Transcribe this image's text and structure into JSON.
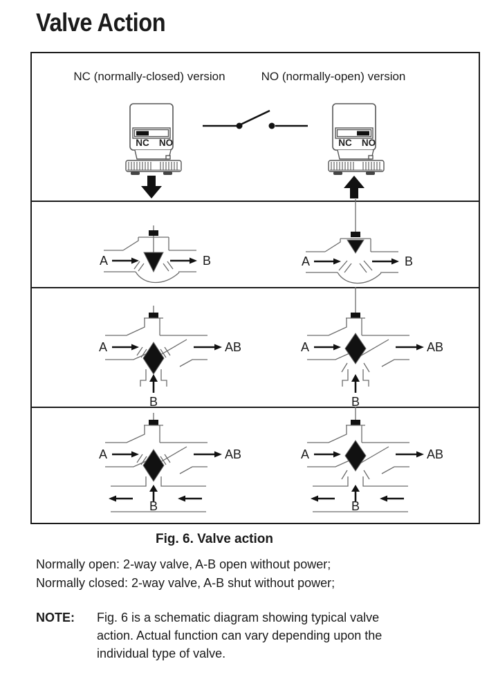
{
  "page": {
    "title": "Valve Action",
    "caption": "Fig. 6. Valve action",
    "body_lines": [
      "Normally open: 2-way valve, A-B open without power;",
      "Normally closed: 2-way valve, A-B shut without power;"
    ],
    "note_label": "NOTE:",
    "note_lines": [
      "Fig. 6 is a schematic diagram showing typical valve",
      "action. Actual function can vary depending upon the",
      "individual type of valve."
    ]
  },
  "figure": {
    "headers": {
      "nc": "NC (normally-closed) version",
      "no": "NO (normally-open) version"
    },
    "actuator_labels": {
      "nc": "NC",
      "no": "NO"
    },
    "ports": {
      "a": "A",
      "b": "B",
      "ab": "AB"
    }
  },
  "colors": {
    "ink": "#111111",
    "line": "#666666",
    "border": "#1a1a1a"
  }
}
